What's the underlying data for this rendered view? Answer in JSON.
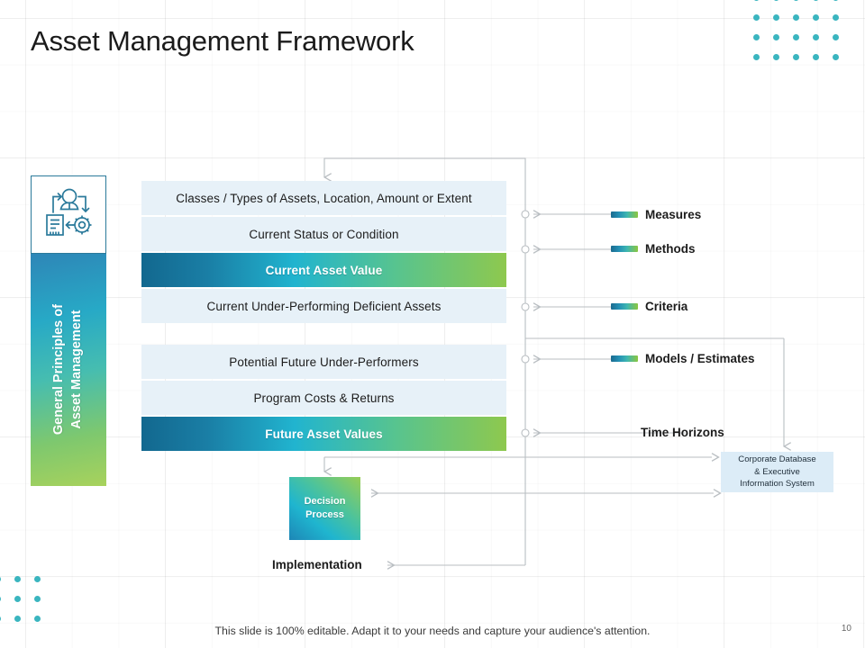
{
  "slide": {
    "title": "Asset Management Framework",
    "page_number": "10",
    "footer_note": "This slide is 100% editable. Adapt it to your needs and capture your audience's attention."
  },
  "colors": {
    "accent_start": "#12688f",
    "accent_mid": "#21b4cf",
    "accent_end": "#8ec84e",
    "row_bg": "#e7f1f8",
    "dot": "#3ab5bf",
    "corporate_box_bg": "#dcecf7",
    "connector": "#b9bec2"
  },
  "banner": {
    "icon_name": "person-gear-document-cycle-icon",
    "text_line1": "General Principles of",
    "text_line2": "Asset Management",
    "text": "General Principles of\nAsset Management"
  },
  "flow": {
    "group_one": [
      {
        "label": "Classes / Types of Assets, Location, Amount or Extent",
        "style": "plain"
      },
      {
        "label": "Current Status or Condition",
        "style": "plain"
      },
      {
        "label": "Current Asset Value",
        "style": "accent"
      },
      {
        "label": "Current Under-Performing Deficient Assets",
        "style": "plain"
      }
    ],
    "group_two": [
      {
        "label": "Potential Future Under-Performers",
        "style": "plain"
      },
      {
        "label": "Program Costs & Returns",
        "style": "plain"
      },
      {
        "label": "Future Asset Values",
        "style": "accent"
      }
    ]
  },
  "decision": {
    "line1": "Decision",
    "line2": "Process"
  },
  "implementation": {
    "label": "Implementation"
  },
  "corporate": {
    "line1": "Corporate Database",
    "line2": "& Executive",
    "line3": "Information System"
  },
  "legend": {
    "items": [
      {
        "label": "Measures",
        "has_dash": true
      },
      {
        "label": "Methods",
        "has_dash": true
      },
      {
        "label": "Criteria",
        "has_dash": true
      },
      {
        "label": "Models / Estimates",
        "has_dash": true
      },
      {
        "label": "Time Horizons",
        "has_dash": false
      }
    ]
  }
}
